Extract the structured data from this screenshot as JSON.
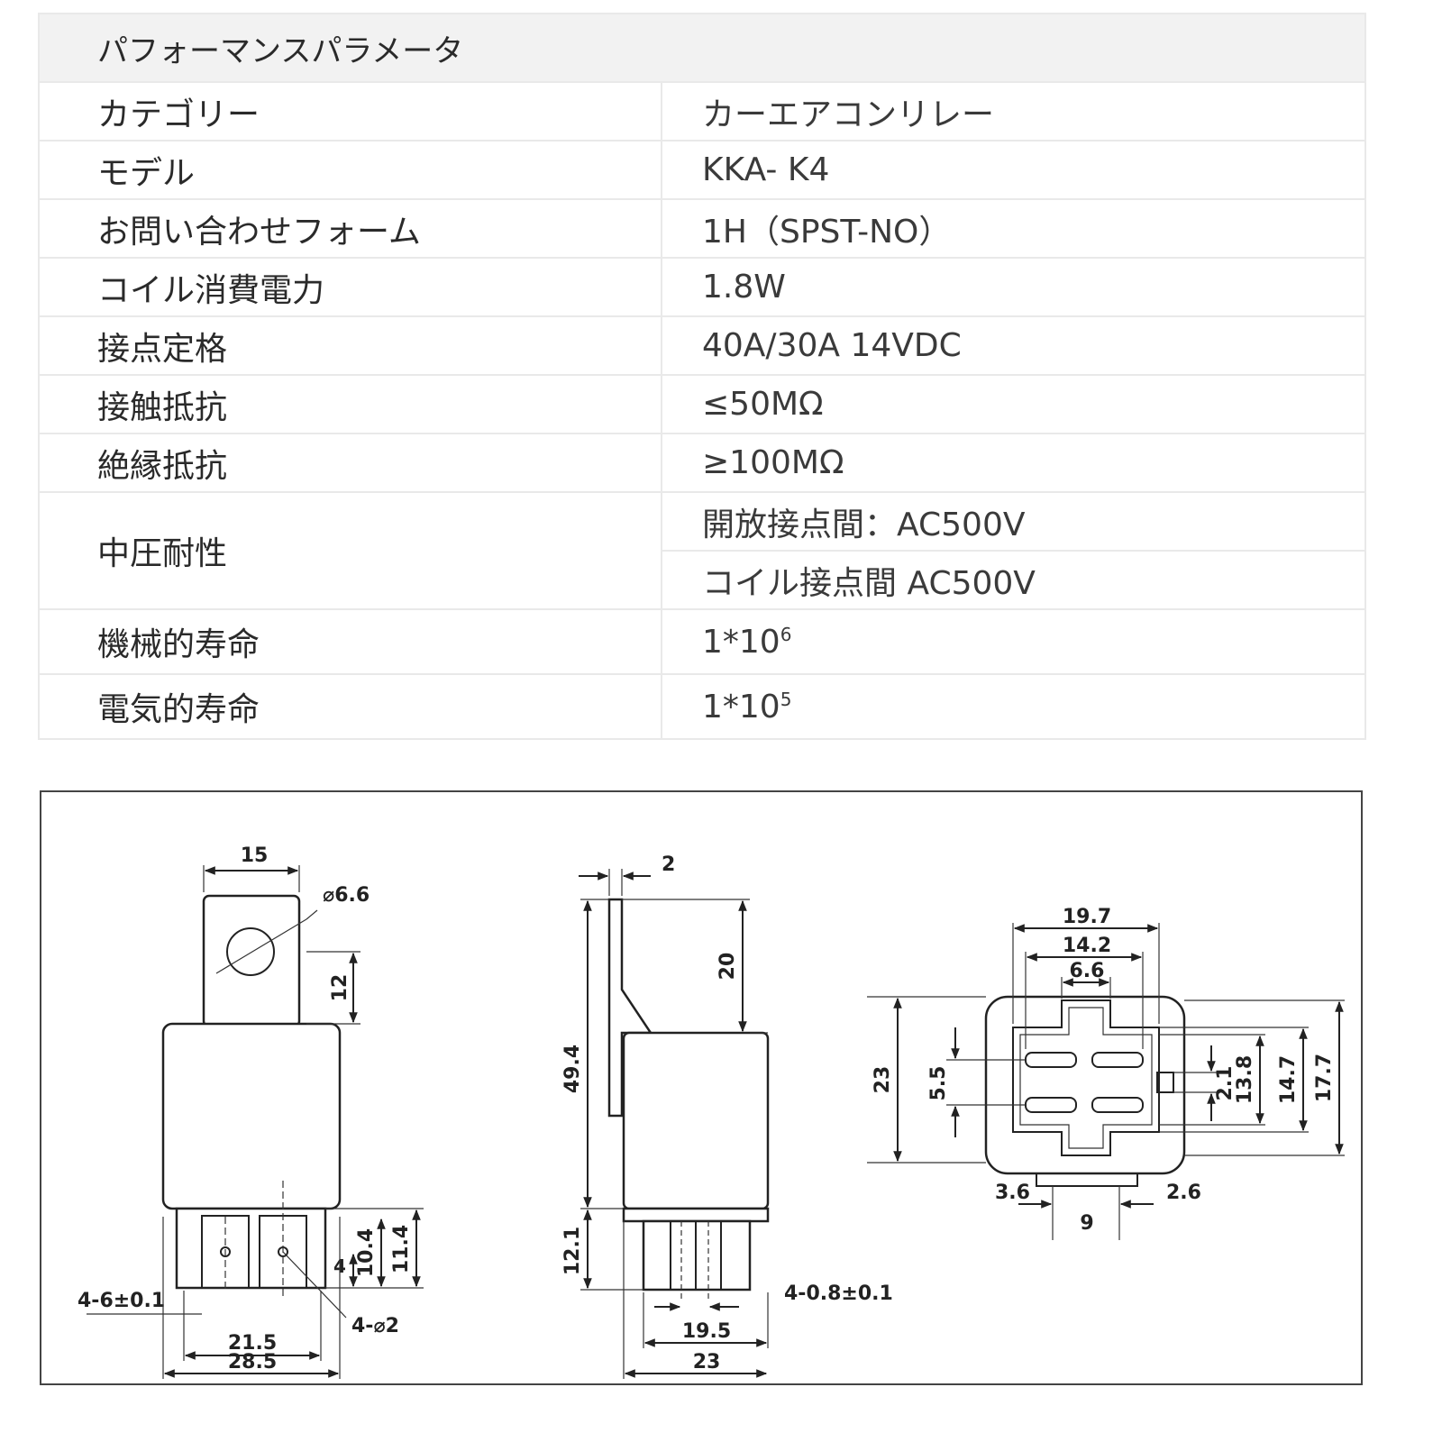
{
  "table": {
    "header": "パフォーマンスパラメータ",
    "rows": [
      {
        "label": "カテゴリー",
        "value": "カーエアコンリレー"
      },
      {
        "label": "モデル",
        "value": "KKA- K4"
      },
      {
        "label": "お問い合わせフォーム",
        "value": "1H（SPST-NO）"
      },
      {
        "label": "コイル消費電力",
        "value": "1.8W"
      },
      {
        "label": "接点定格",
        "value": "40A/30A 14VDC"
      },
      {
        "label": "接触抵抗",
        "value": "≤50MΩ"
      },
      {
        "label": "絶縁抵抗",
        "value": "≥100MΩ"
      }
    ],
    "voltage": {
      "label": "中圧耐性",
      "value1": "開放接点間：AC500V",
      "value2": "コイル接点間 AC500V"
    },
    "life": [
      {
        "label": "機械的寿命",
        "base": "1*10",
        "exp": "6"
      },
      {
        "label": "電気的寿命",
        "base": "1*10",
        "exp": "5"
      }
    ]
  },
  "drawing": {
    "front": {
      "d15": "15",
      "d66": "⌀6.6",
      "d12": "12",
      "d104": "10.4",
      "d114": "11.4",
      "d4": "4",
      "d46": "4-6±0.1",
      "d215": "21.5",
      "d285": "28.5",
      "d42": "4-⌀2"
    },
    "side": {
      "d2": "2",
      "d20": "20",
      "d494": "49.4",
      "d121": "12.1",
      "d408": "4-0.8±0.1",
      "d195": "19.5",
      "d23": "23"
    },
    "bottom": {
      "d197": "19.7",
      "d142": "14.2",
      "d66": "6.6",
      "d23": "23",
      "d55": "5.5",
      "d21": "2.1",
      "d138": "13.8",
      "d147": "14.7",
      "d177": "17.7",
      "d36": "3.6",
      "d26": "2.6",
      "d9": "9"
    }
  }
}
